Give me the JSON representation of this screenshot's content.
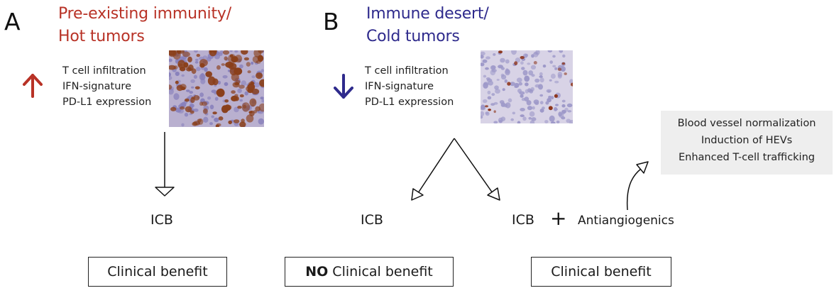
{
  "panel_a": {
    "letter": "A",
    "title_line1": "Pre-existing immunity/",
    "title_line2": "Hot tumors",
    "direction_icon": "up-arrow-icon",
    "features": [
      "T cell infiltration",
      "IFN-signature",
      "PD-L1 expression"
    ],
    "treatment": "ICB",
    "outcome": "Clinical benefit"
  },
  "panel_b": {
    "letter": "B",
    "title_line1": "Immune desert/",
    "title_line2": "Cold tumors",
    "direction_icon": "down-arrow-icon",
    "features": [
      "T cell infiltration",
      "IFN-signature",
      "PD-L1 expression"
    ],
    "treatment_left": "ICB",
    "outcome_left_bold": "NO",
    "outcome_left_rest": "Clinical benefit",
    "treatment_right": "ICB",
    "plus_symbol": "+",
    "combination_partner": "Antiangiogenics",
    "outcome_right": "Clinical benefit",
    "effects": [
      "Blood vessel normalization",
      "Induction of HEVs",
      "Enhanced T-cell trafficking"
    ]
  },
  "colors": {
    "hot": "#b83226",
    "cold": "#2e2a8c",
    "effects_background": "#eeeeee",
    "stain_brown": "#8a3f1a",
    "stain_blue": "#8a85bf"
  }
}
